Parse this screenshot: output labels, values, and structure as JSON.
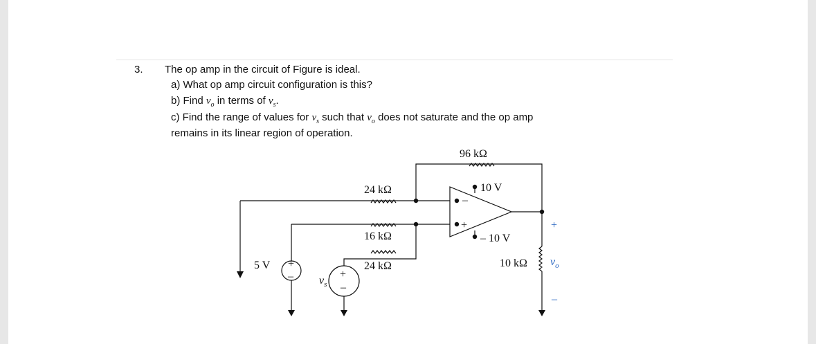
{
  "problem": {
    "number": "3.",
    "statement": "The op amp in the circuit of Figure is ideal.",
    "part_a": "a) What op amp circuit configuration is this?",
    "part_b_prefix": "b) Find ",
    "part_b_mid": " in terms of ",
    "part_b_suffix": ".",
    "part_c_prefix": "c) Find the range of values for ",
    "part_c_mid": " such that ",
    "part_c_suffix": " does not saturate and the op amp",
    "part_c_line2": "remains in its linear region of operation.",
    "var_v": "v",
    "sub_o": "o",
    "sub_s": "s"
  },
  "circuit": {
    "r_feedback": "96 kΩ",
    "r_top": "24 kΩ",
    "r_mid": "16 kΩ",
    "r_bottom": "24 kΩ",
    "r_load": "10 kΩ",
    "supply_pos": "10 V",
    "supply_neg": "– 10 V",
    "source_fixed": "5 V",
    "source_var_v": "v",
    "source_var_sub": "s",
    "out_v": "v",
    "out_sub": "o",
    "plus": "+",
    "minus": "–"
  }
}
